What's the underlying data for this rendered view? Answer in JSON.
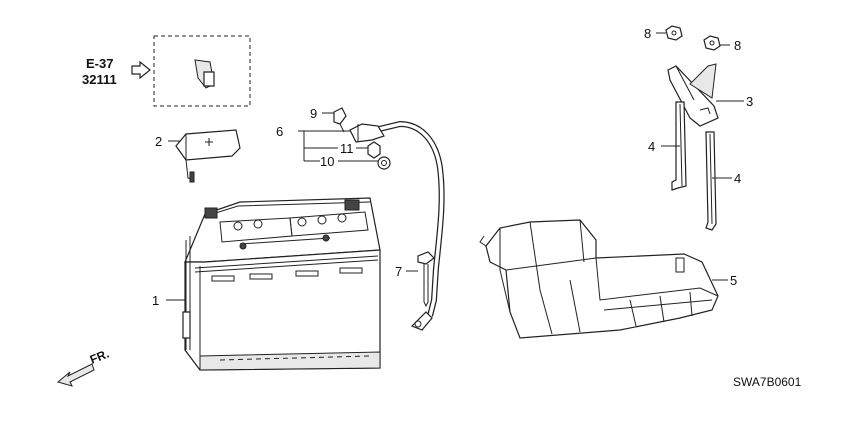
{
  "reference": {
    "line1": "E-37",
    "line2": "32111"
  },
  "front_marker": "FR.",
  "diagram_code": "SWA7B0601",
  "callouts": [
    {
      "id": "1",
      "text": "1"
    },
    {
      "id": "2",
      "text": "2"
    },
    {
      "id": "3",
      "text": "3"
    },
    {
      "id": "4a",
      "text": "4"
    },
    {
      "id": "4b",
      "text": "4"
    },
    {
      "id": "5",
      "text": "5"
    },
    {
      "id": "6",
      "text": "6"
    },
    {
      "id": "7",
      "text": "7"
    },
    {
      "id": "8a",
      "text": "8"
    },
    {
      "id": "8b",
      "text": "8"
    },
    {
      "id": "9",
      "text": "9"
    },
    {
      "id": "10",
      "text": "10"
    },
    {
      "id": "11",
      "text": "11"
    }
  ]
}
